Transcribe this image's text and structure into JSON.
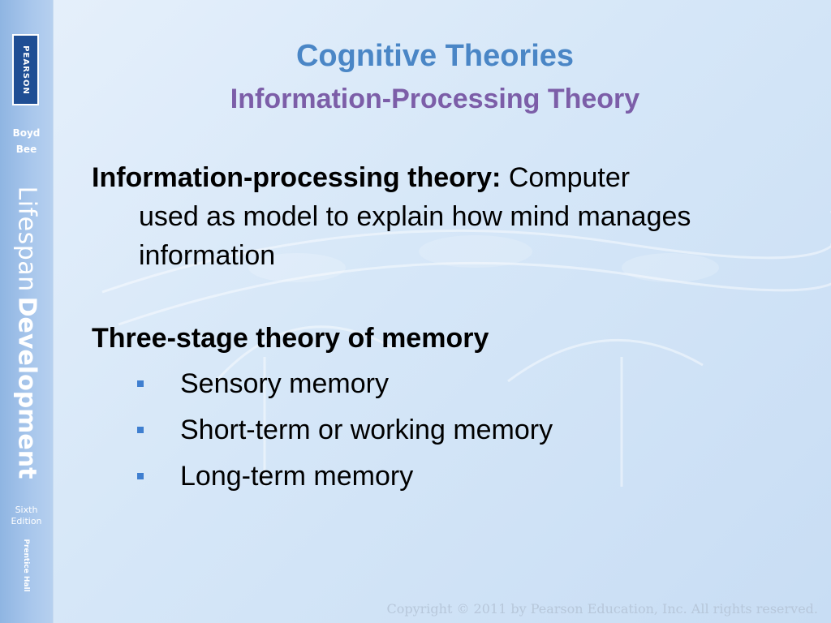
{
  "sidebar": {
    "logo_text": "PEARSON",
    "author_line1": "Boyd",
    "author_line2": "Bee",
    "title_light": "Lifespan",
    "title_bold": "Development",
    "edition_line1": "Sixth",
    "edition_line2": "Edition",
    "publisher": "Prentice Hall"
  },
  "title": {
    "main": "Cognitive Theories",
    "sub": "Information-Processing Theory"
  },
  "body": {
    "definition_term": "Information-processing theory:",
    "definition_first": " Computer",
    "definition_rest": "used as model to explain how mind manages information",
    "heading": "Three-stage theory of memory",
    "bullets": [
      "Sensory memory",
      "Short-term or working memory",
      "Long-term memory"
    ]
  },
  "footer": {
    "copyright": "Copyright © 2011 by Pearson Education, Inc. All rights reserved."
  },
  "colors": {
    "title_main": "#4a86c6",
    "title_sub": "#7c5ea8",
    "bullet": "#3f7fd0",
    "sidebar": "#a9c7ec"
  }
}
